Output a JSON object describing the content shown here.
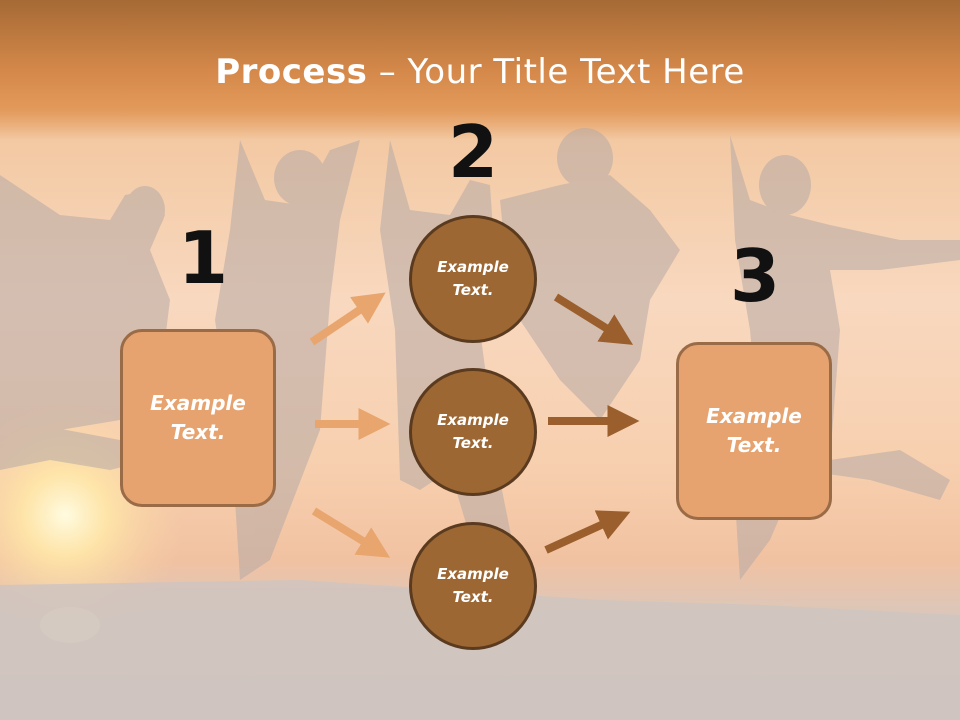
{
  "slide": {
    "title_bold": "Process",
    "title_rest": " – Your Title Text Here",
    "numbers": [
      "1",
      "2",
      "3"
    ],
    "left_box": "Example Text.",
    "right_box": "Example Text.",
    "circles": [
      "Example Text.",
      "Example Text.",
      "Example Text."
    ]
  },
  "colors": {
    "box_fill": "#e7a36f",
    "circle_fill": "#9d6733",
    "light_arrow": "#e8a56e",
    "dark_arrow": "#9a5f2d"
  }
}
